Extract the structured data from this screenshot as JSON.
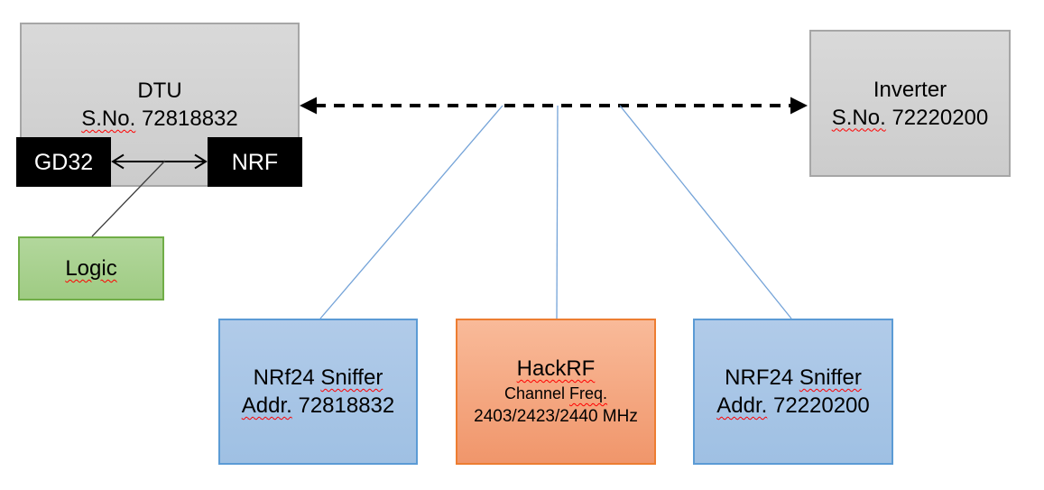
{
  "colors": {
    "gray_fill": "#d2d2d2",
    "gray_border": "#a6a6a6",
    "black_fill": "#000000",
    "green_fill": "#a9d18e",
    "green_border": "#70ad47",
    "blue_fill": "#a8c6e6",
    "blue_border": "#5b9bd5",
    "orange_fill": "#f5a882",
    "orange_border": "#ed7d31",
    "connector_blue": "#74a3d8",
    "arrow_black": "#000000",
    "squiggle_red": "#ff0000",
    "text_color": "#000000"
  },
  "nodes": {
    "dtu": {
      "name": "DTU",
      "serial_label": "S.No.",
      "serial_number": "72818832"
    },
    "gd32": {
      "label": "GD32"
    },
    "nrf": {
      "label": "NRF"
    },
    "logic": {
      "label": "Logic"
    },
    "inverter": {
      "name": "Inverter",
      "serial_label": "S.No.",
      "serial_number": "72220200"
    },
    "sniffer_left": {
      "model": "NRf24",
      "type": "Sniffer",
      "addr_label": "Addr.",
      "address": "72818832"
    },
    "hackrf": {
      "name": "HackRF",
      "freq_label_word1": "Channel",
      "freq_label_word2": "Freq.",
      "frequencies": "2403/2423/2440 MHz"
    },
    "sniffer_right": {
      "model": "NRF24",
      "type": "Sniffer",
      "addr_label": "Addr.",
      "address": "72220200"
    }
  }
}
